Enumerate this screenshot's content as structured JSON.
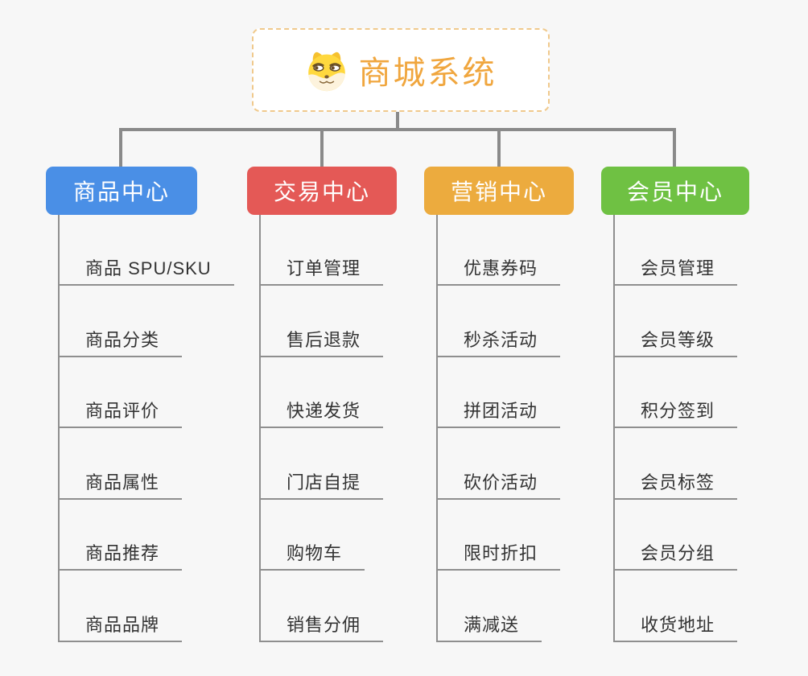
{
  "root": {
    "title": "商城系统",
    "title_color": "#f0a63e",
    "border_color": "#f0c98c",
    "icon": "doge-icon"
  },
  "connector_color": "#8a8a8a",
  "line_color": "#8f8f8f",
  "background_color": "#f7f7f7",
  "branches": [
    {
      "label": "商品中心",
      "color": "#4a8fe6",
      "items": [
        "商品 SPU/SKU",
        "商品分类",
        "商品评价",
        "商品属性",
        "商品推荐",
        "商品品牌"
      ]
    },
    {
      "label": "交易中心",
      "color": "#e45956",
      "items": [
        "订单管理",
        "售后退款",
        "快递发货",
        "门店自提",
        "购物车",
        "销售分佣"
      ]
    },
    {
      "label": "营销中心",
      "color": "#ecab3e",
      "items": [
        "优惠券码",
        "秒杀活动",
        "拼团活动",
        "砍价活动",
        "限时折扣",
        "满减送"
      ]
    },
    {
      "label": "会员中心",
      "color": "#6fc143",
      "items": [
        "会员管理",
        "会员等级",
        "积分签到",
        "会员标签",
        "会员分组",
        "收货地址"
      ]
    }
  ]
}
